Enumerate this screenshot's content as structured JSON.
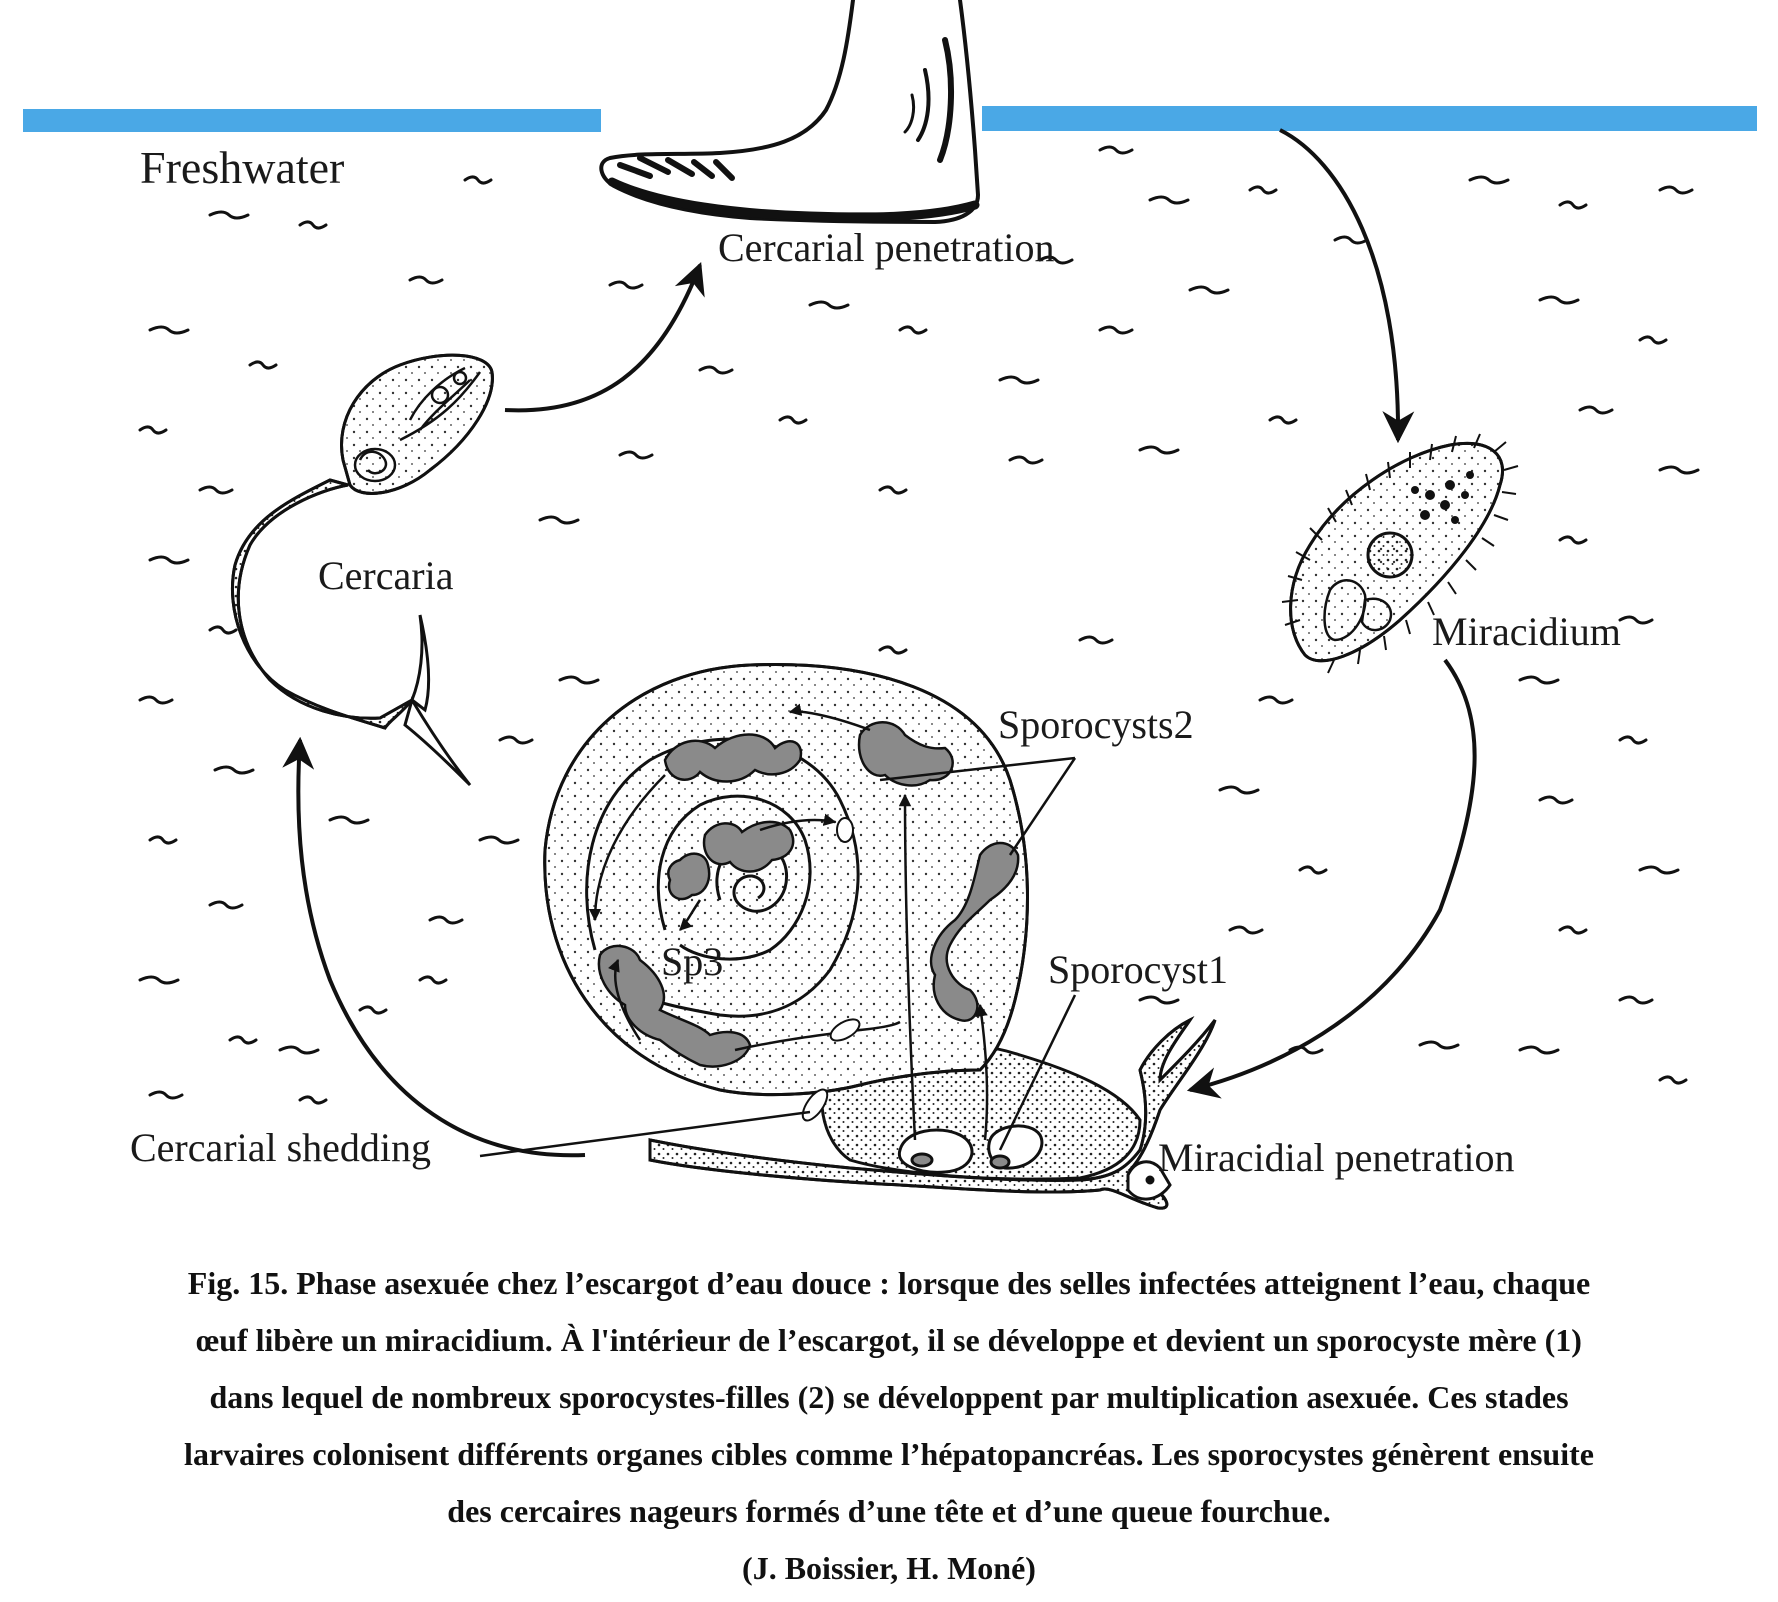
{
  "labels": {
    "freshwater": "Freshwater",
    "cercarial_penetration": "Cercarial penetration",
    "cercaria": "Cercaria",
    "miracidium": "Miracidium",
    "sporocysts2": "Sporocysts2",
    "sporocyst1": "Sporocyst1",
    "sp3": "Sp3",
    "cercarial_shedding": "Cercarial shedding",
    "miracidial_penetration": "Miracidial penetration"
  },
  "caption": {
    "lines": [
      "Fig. 15. Phase asexuée chez l’escargot d’eau douce : lorsque des selles infectées atteignent l’eau, chaque",
      "œuf libère un miracidium. À l'intérieur de l’escargot, il se développe et devient un sporocyste mère (1)",
      "dans lequel de nombreux sporocystes-filles (2) se développent par multiplication asexuée. Ces stades",
      "larvaires colonisent différents organes cibles comme l’hépatopancréas. Les sporocystes génèrent ensuite",
      "des cercaires nageurs formés d’une tête et d’une queue fourchue."
    ],
    "credit": "(J. Boissier, H. Moné)"
  },
  "colors": {
    "water_line": "#4aa8e6",
    "ink": "#111111",
    "sporocyst_fill": "#8a8a8a"
  }
}
